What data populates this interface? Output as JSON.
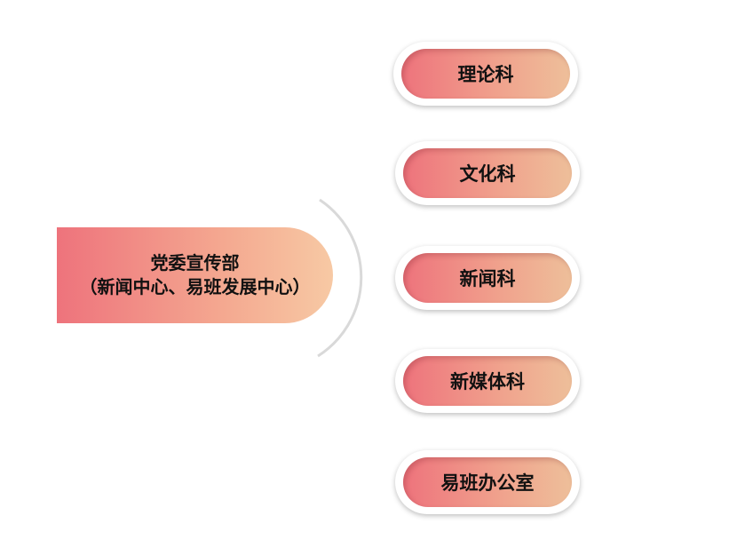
{
  "main": {
    "title": "党委宣传部",
    "subtitle": "（新闻中心、易班发展中心）"
  },
  "departments": [
    {
      "label": "理论科"
    },
    {
      "label": "文化科"
    },
    {
      "label": "新闻科"
    },
    {
      "label": "新媒体科"
    },
    {
      "label": "易班办公室"
    }
  ],
  "colors": {
    "gradient_start": "#ee737c",
    "gradient_end": "#f7c9a4",
    "arc": "#d9d9d9"
  }
}
